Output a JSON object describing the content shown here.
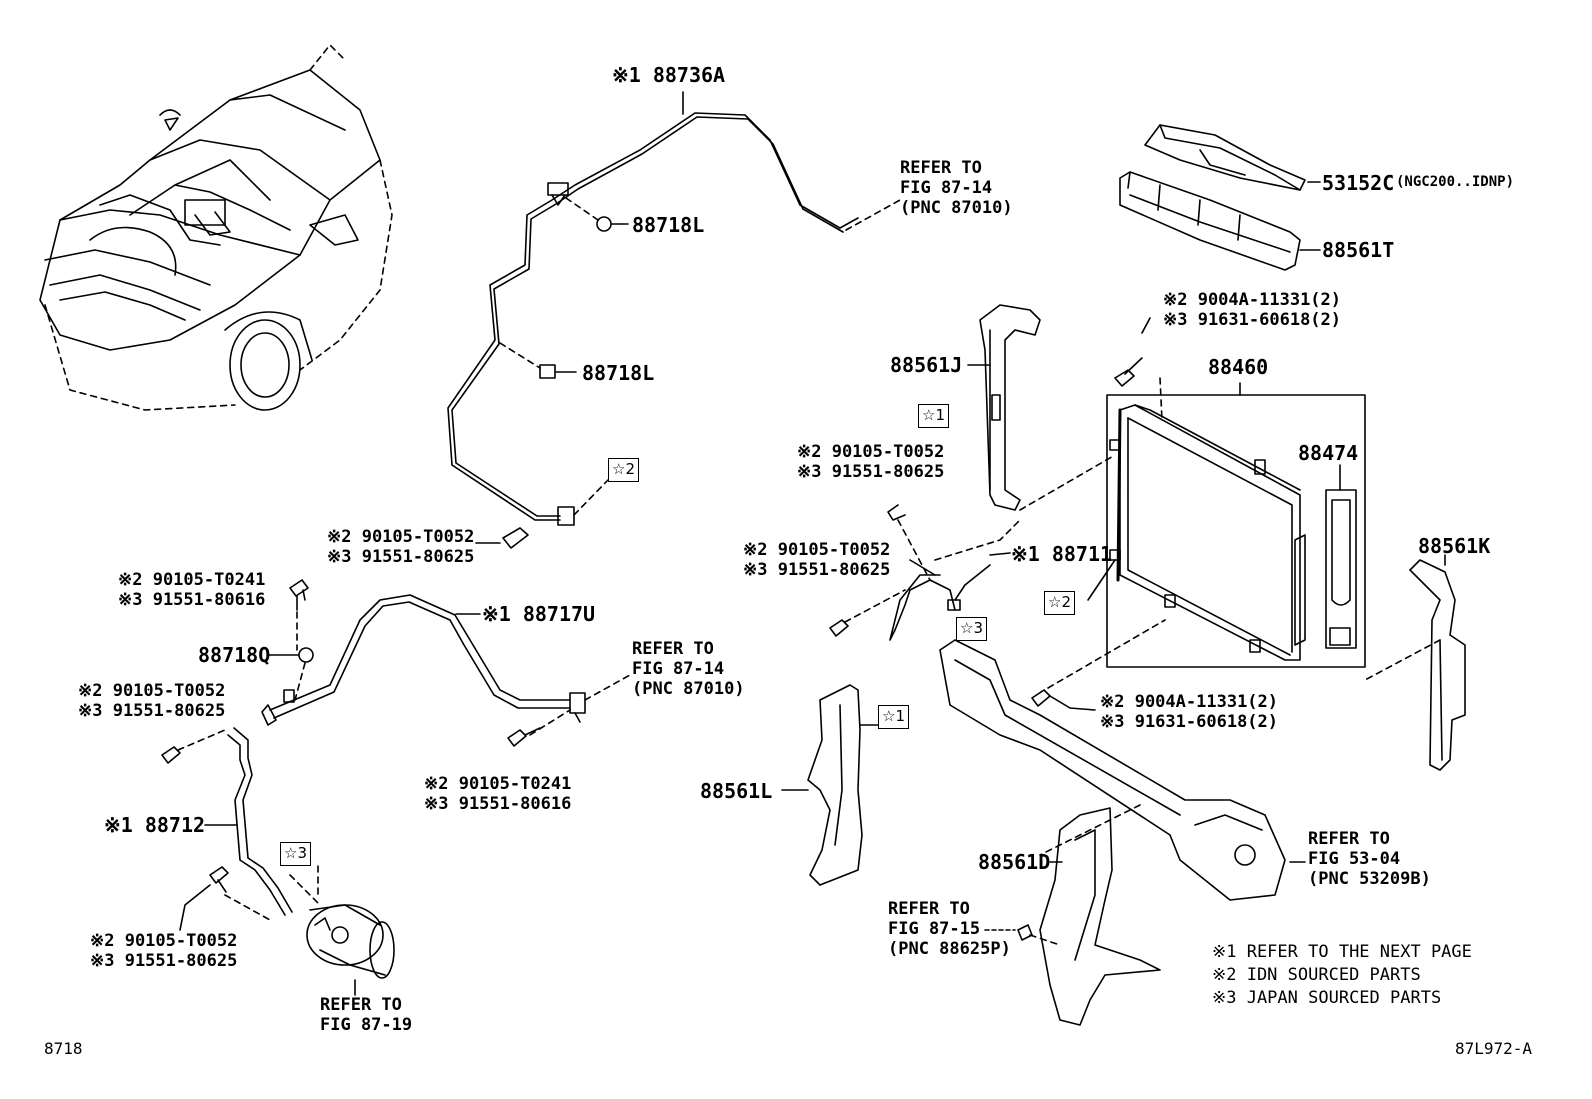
{
  "figure_id": "8718",
  "illustration_code": "87L972-A",
  "legend": [
    "※1  REFER TO THE NEXT PAGE",
    "※2  IDN SOURCED PARTS",
    "※3  JAPAN SOURCED PARTS"
  ],
  "parts": {
    "p88736A": "※1 88736A",
    "p88718L_top": "88718L",
    "p88718L_mid": "88718L",
    "star2_top": "☆2",
    "bolt_top_l1": "※2 90105-T0052",
    "bolt_top_l2": "※3 91551-80625",
    "refer_top_l1": "REFER TO",
    "refer_top_l2": "FIG 87-14",
    "refer_top_l3": "(PNC 87010)",
    "p53152C": "53152C",
    "p53152C_note": "(NGC200..IDNP)",
    "p88561T": "88561T",
    "bolt_cond_top_l1": "※2 9004A-11331(2)",
    "bolt_cond_top_l2": "※3 91631-60618(2)",
    "p88561J": "88561J",
    "star1_j": "☆1",
    "p88460": "88460",
    "p88474": "88474",
    "star2_cond": "☆2",
    "bolt_mid1_l1": "※2 90105-T0052",
    "bolt_mid1_l2": "※3 91551-80625",
    "bolt_mid2_l1": "※2 90105-T0052",
    "bolt_mid2_l2": "※3 91551-80625",
    "p88711": "※1 88711",
    "star3_mid": "☆3",
    "p88561K": "88561K",
    "bolt_cond_bot_l1": "※2 9004A-11331(2)",
    "bolt_cond_bot_l2": "※3 91631-60618(2)",
    "star1_l": "☆1",
    "p88561L": "88561L",
    "p88561D": "88561D",
    "refer_53_l1": "REFER TO",
    "refer_53_l2": "FIG 53-04",
    "refer_53_l3": "(PNC 53209B)",
    "refer_8715_l1": "REFER TO",
    "refer_8715_l2": "FIG 87-15",
    "refer_8715_l3": "(PNC 88625P)",
    "bolt_left_top_l1": "※2 90105-T0241",
    "bolt_left_top_l2": "※3 91551-80616",
    "p88718Q": "88718Q",
    "bolt_left_mid_l1": "※2 90105-T0052",
    "bolt_left_mid_l2": "※3 91551-80625",
    "p88717U": "※1 88717U",
    "refer_mid_l1": "REFER TO",
    "refer_mid_l2": "FIG 87-14",
    "refer_mid_l3": "(PNC 87010)",
    "bolt_center_l1": "※2 90105-T0241",
    "bolt_center_l2": "※3 91551-80616",
    "p88712": "※1 88712",
    "star3_comp": "☆3",
    "bolt_left_bot_l1": "※2 90105-T0052",
    "bolt_left_bot_l2": "※3 91551-80625",
    "refer_comp_l1": "REFER TO",
    "refer_comp_l2": "FIG 87-19"
  }
}
